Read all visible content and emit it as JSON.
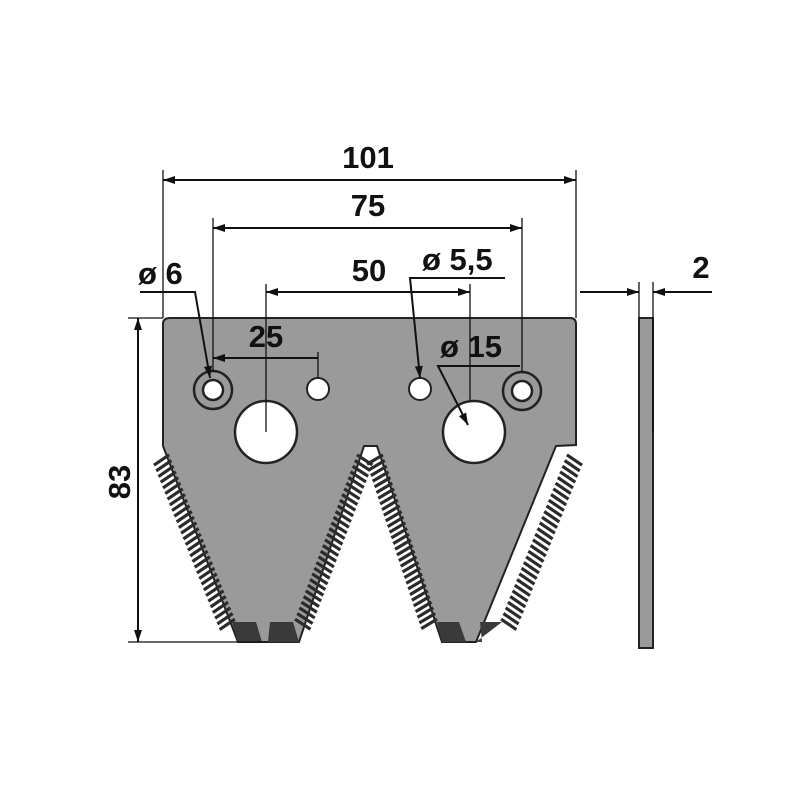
{
  "dimensions": {
    "overall_width": "101",
    "outer_hole_spacing": "75",
    "inner_hole_spacing": "50",
    "hole_offset": "25",
    "height": "83",
    "thickness": "2",
    "small_hole_dia": "ø 6",
    "tiny_hole_dia": "ø 5,5",
    "large_hole_dia": "ø 15"
  },
  "colors": {
    "plate_fill": "#9a9a9a",
    "plate_stroke": "#222222",
    "serration": "#2b2b2b",
    "line": "#111111",
    "background": "#ffffff"
  }
}
